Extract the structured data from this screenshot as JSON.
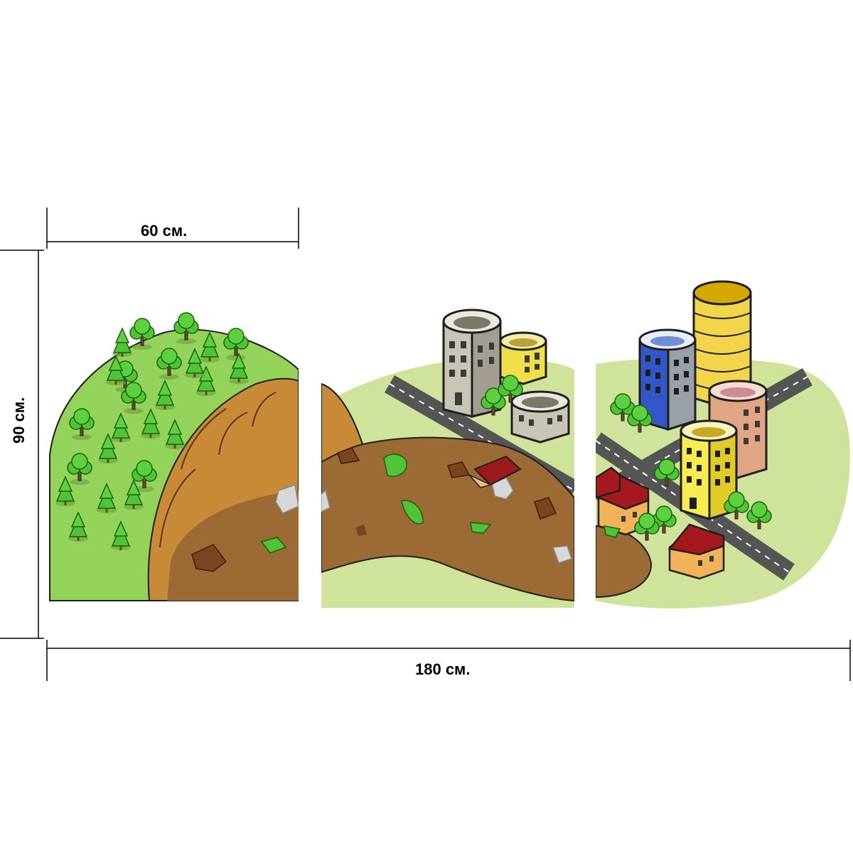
{
  "dimensions": {
    "panel_width": "60 см.",
    "total_width": "180 см.",
    "height": "90 см."
  },
  "layout": {
    "panel_count": 3
  },
  "colors": {
    "background": "#ffffff",
    "grass": "#93d35a",
    "lawn": "#cfe49a",
    "dirt": "#c98a38",
    "mud": "#9c6a35",
    "road": "#555555",
    "tree": "#4fc536"
  }
}
